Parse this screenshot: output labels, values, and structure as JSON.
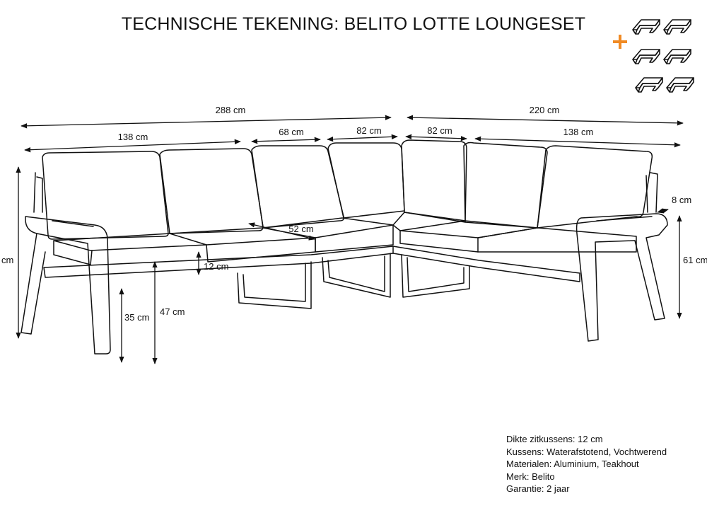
{
  "title": "TECHNISCHE TEKENING: BELITO LOTTE LOUNGESET",
  "accent_color": "#f08a24",
  "dimensions": {
    "total_left": "288 cm",
    "total_right": "220 cm",
    "seg_left_138": "138 cm",
    "seg_68": "68 cm",
    "seg_82a": "82 cm",
    "seg_82b": "82 cm",
    "seg_right_138": "138 cm",
    "depth_52": "52 cm",
    "cushion_12": "12 cm",
    "seat_35": "35 cm",
    "seat_47": "47 cm",
    "armrest_8": "8 cm",
    "height_right": "61 cm",
    "height_left": "cm"
  },
  "specs": [
    "Dikte zitkussens: 12 cm",
    "Kussens: Waterafstotend, Vochtwerend",
    "Materialen: Aluminium, Teakhout",
    "Merk: Belito",
    "Garantie: 2 jaar"
  ],
  "icons": {
    "plus": "plus-icon",
    "clip": "connector-clip-icon"
  }
}
